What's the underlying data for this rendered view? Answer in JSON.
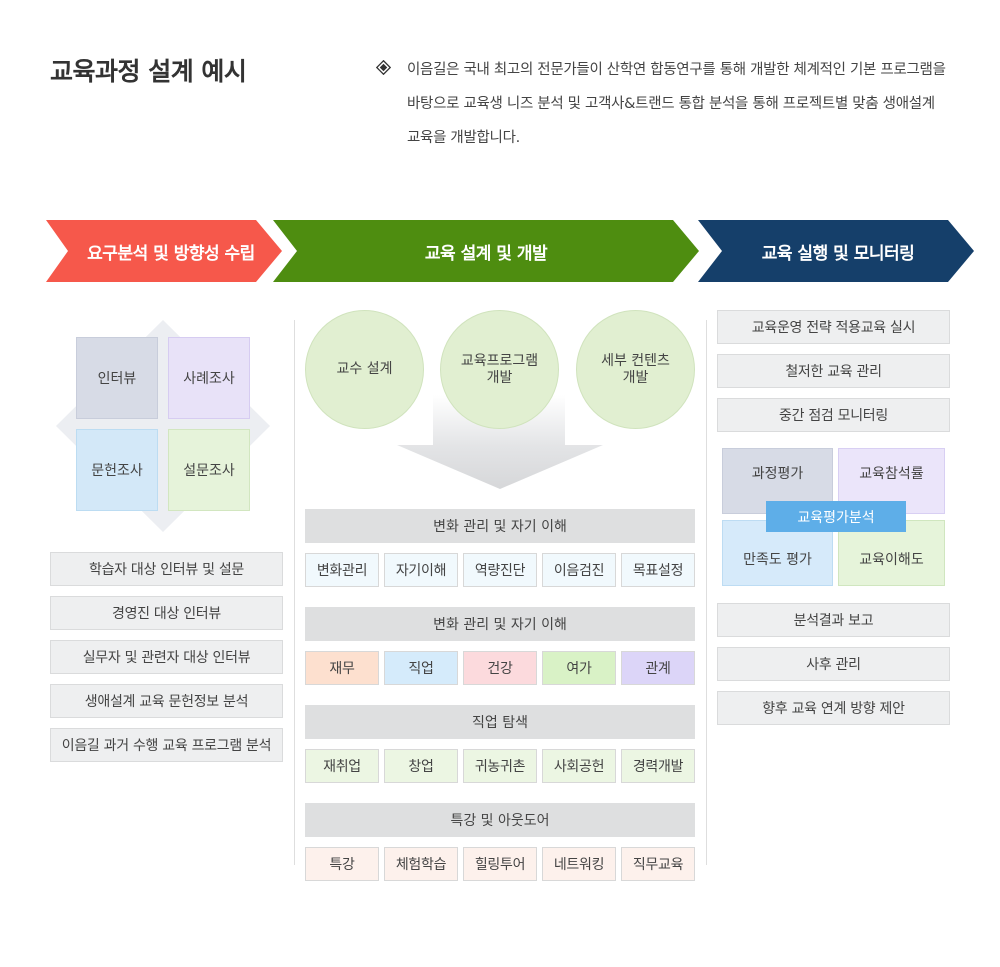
{
  "header": {
    "title": "교육과정 설계 예시",
    "intro": "이음길은 국내 최고의 전문가들이 산학연 합동연구를 통해 개발한 체계적인 기본 프로그램을 바탕으로 교육생 니즈 분석 및 고객사&트랜드 통합 분석을 통해 프로젝트별 맞춤 생애설계 교육을 개발합니다."
  },
  "colors": {
    "stage1": "#f6584b",
    "stage2": "#4e8d10",
    "stage3": "#153f6a",
    "eval_badge": "#5eaee8"
  },
  "stages": [
    {
      "label": "요구분석 및 방향성 수립"
    },
    {
      "label": "교육 설계 및 개발"
    },
    {
      "label": "교육 실행 및 모니터링"
    }
  ],
  "analysis": {
    "quadrants": [
      "인터뷰",
      "사례조사",
      "문헌조사",
      "설문조사"
    ],
    "items": [
      "학습자 대상 인터뷰 및 설문",
      "경영진 대상 인터뷰",
      "실무자 및 관련자 대상 인터뷰",
      "생애설계 교육 문헌정보 분석",
      "이음길 과거 수행 교육 프로그램 분석"
    ]
  },
  "design": {
    "circles": [
      "교수 설계",
      "교육프로그램\n개발",
      "세부 컨텐츠\n개발"
    ],
    "sections": [
      {
        "title": "변화 관리 및 자기 이해",
        "tiles": [
          "변화관리",
          "자기이해",
          "역량진단",
          "이음검진",
          "목표설정"
        ]
      },
      {
        "title": "변화 관리 및 자기 이해",
        "tiles": [
          "재무",
          "직업",
          "건강",
          "여가",
          "관계"
        ]
      },
      {
        "title": "직업 탐색",
        "tiles": [
          "재취업",
          "창업",
          "귀농귀촌",
          "사회공헌",
          "경력개발"
        ]
      },
      {
        "title": "특강 및 아웃도어",
        "tiles": [
          "특강",
          "체험학습",
          "힐링투어",
          "네트워킹",
          "직무교육"
        ]
      }
    ]
  },
  "execution": {
    "top_items": [
      "교육운영 전략 적용교육 실시",
      "철저한 교육 관리",
      "중간 점검 모니터링"
    ],
    "eval": {
      "cells": [
        "과정평가",
        "교육참석률",
        "만족도 평가",
        "교육이해도"
      ],
      "badge": "교육평가분석"
    },
    "bottom_items": [
      "분석결과 보고",
      "사후 관리",
      "향후 교육 연계 방향 제안"
    ]
  }
}
